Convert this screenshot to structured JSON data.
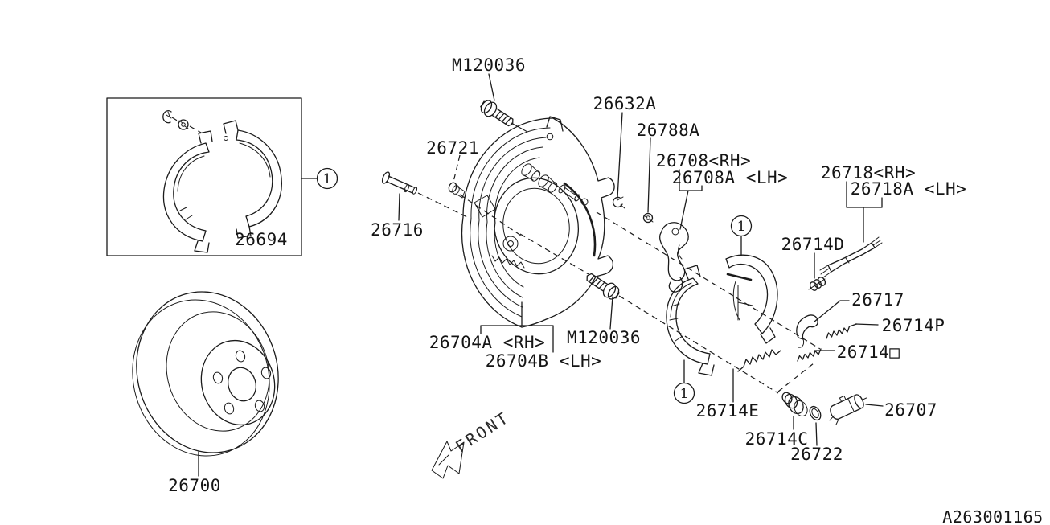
{
  "diagram": {
    "title_implied": "Rear brake parking brake exploded parts diagram",
    "drawing_id": "A263001165",
    "front_label": "FRONT",
    "callout": "1",
    "colors": {
      "line": "#1b1b1b",
      "background": "#ffffff"
    },
    "labels": {
      "m120036_top": "M120036",
      "p26632a": "26632A",
      "p26788a": "26788A",
      "p26708_rh": "26708<RH>",
      "p26708a_lh": "26708A <LH>",
      "p26721": "26721",
      "p26716": "26716",
      "p26694": "26694",
      "p26718_rh": "26718<RH>",
      "p26718a_lh": "26718A <LH>",
      "p26714d": "26714D",
      "p26717": "26717",
      "p26714p": "26714P",
      "p26714_box": "26714□",
      "p26704a_rh": "26704A <RH>",
      "p26704b_lh": "26704B <LH>",
      "m120036_bottom": "M120036",
      "p26700": "26700",
      "p26714e": "26714E",
      "p26714c": "26714C",
      "p26722": "26722",
      "p26707": "26707"
    }
  }
}
